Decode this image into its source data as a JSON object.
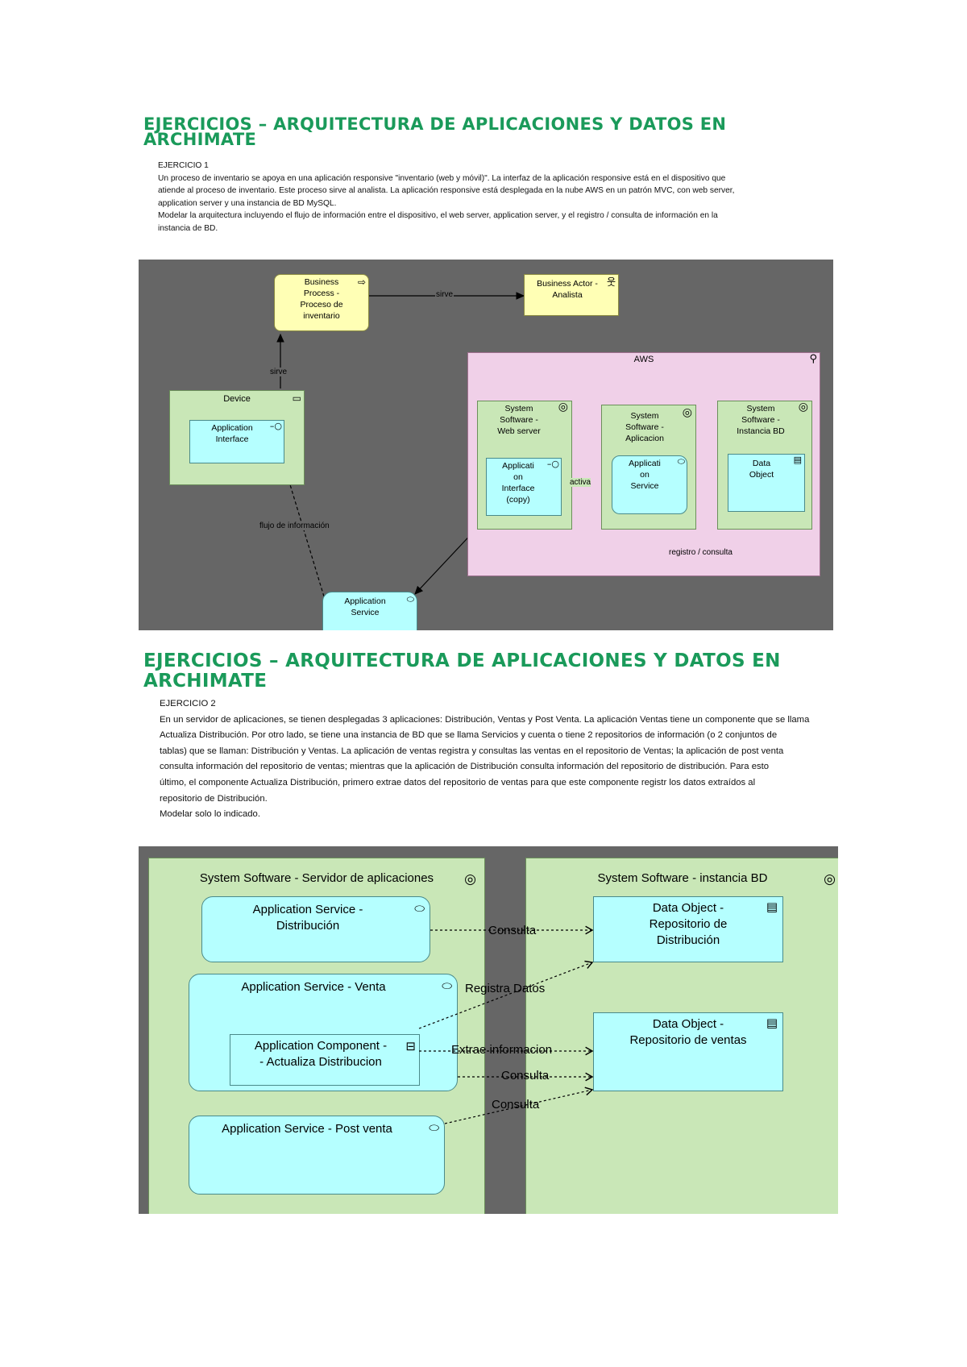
{
  "section1": {
    "title": [
      "EJERCICIOS – ARQUITECTURA DE APLICACIONES Y DATOS EN",
      "ARCHIMATE"
    ],
    "exercise_label": "EJERCICIO 1",
    "paragraph": [
      "Un proceso de inventario se apoya en una aplicación responsive \"inventario (web y móvil)\". La interfaz de la aplicación responsive está en el dispositivo que",
      "atiende al proceso de inventario. Este proceso sirve al analista. La aplicación responsive está desplegada en la nube AWS en un patrón MVC, con web server,",
      "application server y una instancia de BD MySQL.",
      "Modelar la arquitectura incluyendo el flujo de información entre el dispositivo, el web server, application server, y el registro / consulta de información en la",
      "instancia de BD."
    ],
    "diagram": {
      "business_process": [
        "Business",
        "Process -",
        "Proceso de",
        "inventario"
      ],
      "business_actor": [
        "Business Actor -",
        "Analista"
      ],
      "rel_sirve_top": "sirve",
      "rel_sirve_left": "sirve",
      "device": "Device",
      "device_app_interface": [
        "Application",
        "Interface"
      ],
      "aws": "AWS",
      "web_server": [
        "System",
        "Software -",
        "Web server"
      ],
      "web_server_interface": [
        "Applicati",
        "on",
        "Interface",
        "(copy)"
      ],
      "app_server": [
        "System",
        "Software -",
        "Aplicacion"
      ],
      "app_server_service": [
        "Applicati",
        "on",
        "Service"
      ],
      "rel_activa": "activa",
      "bd_instance": [
        "System",
        "Software -",
        "Instancia BD"
      ],
      "data_object": [
        "Data",
        "Object"
      ],
      "rel_registro": "registro / consulta",
      "rel_flujo": "flujo de información",
      "app_service": [
        "Application",
        "Service"
      ]
    }
  },
  "section2": {
    "title": [
      "EJERCICIOS – ARQUITECTURA DE APLICACIONES Y DATOS EN",
      "ARCHIMATE"
    ],
    "exercise_label": "EJERCICIO 2",
    "paragraph": [
      "En un servidor de aplicaciones, se tienen desplegadas 3 aplicaciones: Distribución, Ventas y Post Venta. La aplicación Ventas tiene un componente que se llama",
      "Actualiza Distribución. Por otro lado, se tiene una instancia de BD que se llama Servicios y cuenta o tiene 2 repositorios de información (o 2 conjuntos de",
      "tablas) que se llaman: Distribución y Ventas. La aplicación de ventas registra y consultas las ventas en el repositorio de Ventas; la aplicación de post venta",
      "consulta información del repositorio de ventas; mientras que la aplicación de Distribución consulta información del repositorio de distribución. Para esto",
      "último, el componente Actualiza Distribución, primero extrae datos del repositorio de ventas para que este componente registr los datos extraídos al",
      "repositorio de Distribución.",
      "Modelar solo lo indicado."
    ],
    "diagram": {
      "app_server": "System Software - Servidor de aplicaciones",
      "bd_instance": "System Software - instancia BD",
      "svc_distribucion": [
        "Application Service -",
        "Distribución"
      ],
      "svc_venta": "Application Service - Venta",
      "component": [
        "Application Component -",
        "- Actualiza Distribucion"
      ],
      "svc_postventa": "Application Service - Post venta",
      "do_distribucion": [
        "Data Object -",
        "Repositorio de",
        "Distribución"
      ],
      "do_ventas": [
        "Data Object -",
        "Repositorio de ventas"
      ],
      "rel_consulta_1": "Consulta",
      "rel_registra": "Registra Datos",
      "rel_extrae": "Extrae informacion",
      "rel_consulta_2": "Consulta",
      "rel_consulta_3": "Consulta"
    }
  },
  "colors": {
    "title_green": "#1a9a5a",
    "business_yellow": "#ffffb5",
    "node_green": "#c9e7b7",
    "application_cyan": "#b5ffff",
    "aws_pink": "#f0d0e8",
    "diagram_gray": "#666666"
  },
  "icons": [
    "process-arrow-icon",
    "actor-icon",
    "device-icon",
    "location-icon",
    "system-software-icon",
    "interface-icon",
    "service-icon",
    "data-object-icon",
    "component-icon"
  ]
}
